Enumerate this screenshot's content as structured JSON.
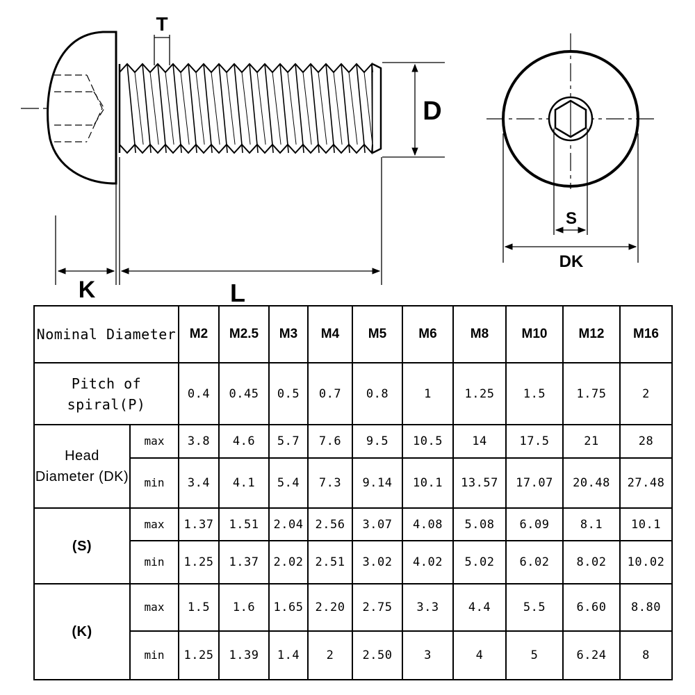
{
  "drawing": {
    "labels": {
      "T": "T",
      "D": "D",
      "S": "S",
      "DK": "DK",
      "K": "K",
      "L": "L"
    }
  },
  "table": {
    "header_label": "Nominal Diameter",
    "sizes": [
      "M2",
      "M2.5",
      "M3",
      "M4",
      "M5",
      "M6",
      "M8",
      "M10",
      "M12",
      "M16"
    ],
    "pitch": {
      "label": "Pitch of spiral(P)",
      "values": [
        "0.4",
        "0.45",
        "0.5",
        "0.7",
        "0.8",
        "1",
        "1.25",
        "1.5",
        "1.75",
        "2"
      ]
    },
    "head_diameter": {
      "label": "Head Diameter (DK)",
      "max_label": "max",
      "min_label": "min",
      "max": [
        "3.8",
        "4.6",
        "5.7",
        "7.6",
        "9.5",
        "10.5",
        "14",
        "17.5",
        "21",
        "28"
      ],
      "min": [
        "3.4",
        "4.1",
        "5.4",
        "7.3",
        "9.14",
        "10.1",
        "13.57",
        "17.07",
        "20.48",
        "27.48"
      ]
    },
    "s": {
      "label": "(S)",
      "max_label": "max",
      "min_label": "min",
      "max": [
        "1.37",
        "1.51",
        "2.04",
        "2.56",
        "3.07",
        "4.08",
        "5.08",
        "6.09",
        "8.1",
        "10.1"
      ],
      "min": [
        "1.25",
        "1.37",
        "2.02",
        "2.51",
        "3.02",
        "4.02",
        "5.02",
        "6.02",
        "8.02",
        "10.02"
      ]
    },
    "k": {
      "label": "(K)",
      "max_label": "max",
      "min_label": "min",
      "max": [
        "1.5",
        "1.6",
        "1.65",
        "2.20",
        "2.75",
        "3.3",
        "4.4",
        "5.5",
        "6.60",
        "8.80"
      ],
      "min": [
        "1.25",
        "1.39",
        "1.4",
        "2",
        "2.50",
        "3",
        "4",
        "5",
        "6.24",
        "8"
      ]
    }
  }
}
